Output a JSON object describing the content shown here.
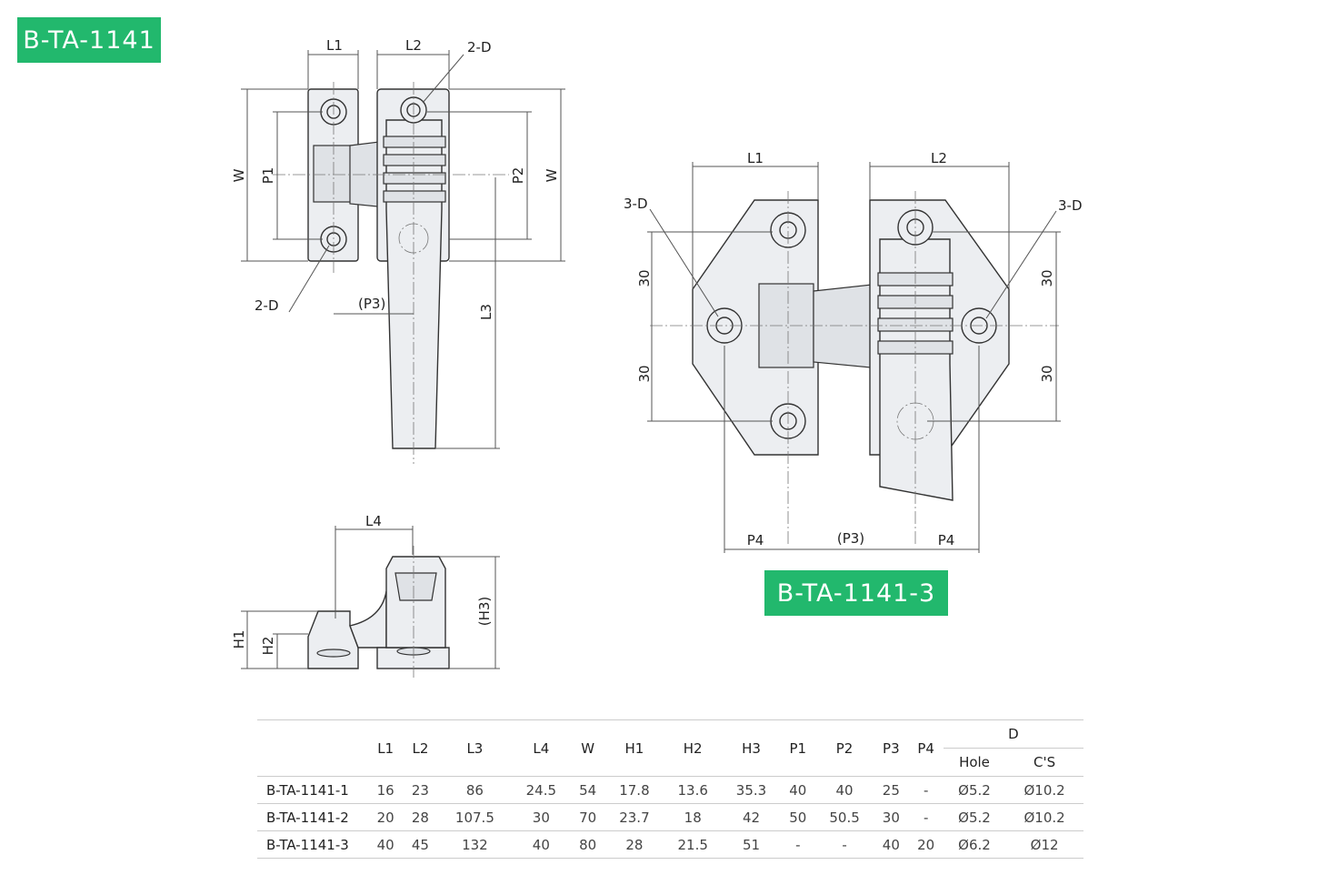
{
  "titles": {
    "main": "B-TA-1141",
    "variant": "B-TA-1141-3"
  },
  "drawing_labels": {
    "L1": "L1",
    "L2": "L2",
    "L3": "L3",
    "L4": "L4",
    "W": "W",
    "P1": "P1",
    "P2": "P2",
    "P3": "(P3)",
    "P4": "P4",
    "H1": "H1",
    "H2": "H2",
    "H3": "(H3)",
    "two_d": "2-D",
    "three_d": "3-D",
    "thirty": "30"
  },
  "table": {
    "headers": [
      "L1",
      "L2",
      "L3",
      "L4",
      "W",
      "H1",
      "H2",
      "H3",
      "P1",
      "P2",
      "P3",
      "P4"
    ],
    "group_header": "D",
    "sub_headers": [
      "Hole",
      "C'S"
    ],
    "rows": [
      {
        "model": "B-TA-1141-1",
        "values": [
          "16",
          "23",
          "86",
          "24.5",
          "54",
          "17.8",
          "13.6",
          "35.3",
          "40",
          "40",
          "25",
          "-",
          "Ø5.2",
          "Ø10.2"
        ]
      },
      {
        "model": "B-TA-1141-2",
        "values": [
          "20",
          "28",
          "107.5",
          "30",
          "70",
          "23.7",
          "18",
          "42",
          "50",
          "50.5",
          "30",
          "-",
          "Ø5.2",
          "Ø10.2"
        ]
      },
      {
        "model": "B-TA-1141-3",
        "values": [
          "40",
          "45",
          "132",
          "40",
          "80",
          "28",
          "21.5",
          "51",
          "-",
          "-",
          "40",
          "20",
          "Ø6.2",
          "Ø12"
        ]
      }
    ]
  },
  "colors": {
    "accent": "#22b86d"
  }
}
